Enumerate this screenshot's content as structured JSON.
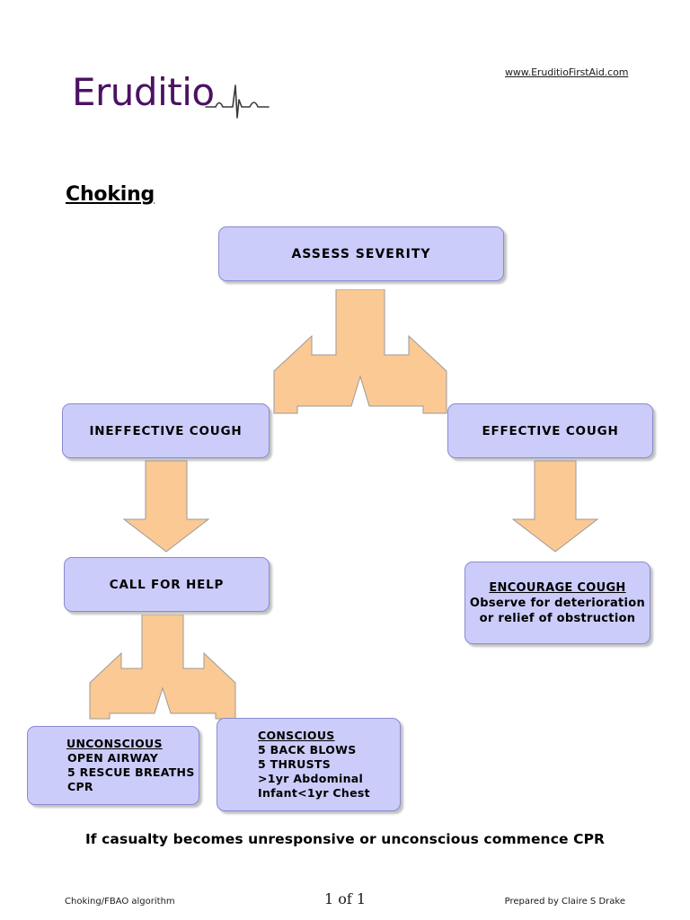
{
  "header": {
    "site_url": "www.EruditioFirstAid.com",
    "logo_word": "Eruditio",
    "logo_icon": "ecg-waveform-icon",
    "logo_color": "#4b1263"
  },
  "document": {
    "title": "Choking",
    "caption": "If casualty becomes unresponsive or unconscious commence  CPR"
  },
  "theme": {
    "box_fill": "#ccccfa",
    "box_border": "#8a8ad0",
    "arrow_fill": "#fbc993",
    "arrow_border": "#9a9a9a"
  },
  "flowchart": {
    "assess": {
      "line1": "ASSESS SEVERITY"
    },
    "ineffective": {
      "line1": "INEFFECTIVE COUGH"
    },
    "effective": {
      "line1": "EFFECTIVE COUGH"
    },
    "call_for_help": {
      "line1": "CALL FOR HELP"
    },
    "encourage_cough": {
      "line1": "ENCOURAGE COUGH",
      "line2": "Observe for deterioration",
      "line3": "or relief of obstruction"
    },
    "unconscious": {
      "line1": "UNCONSCIOUS",
      "line2": "OPEN AIRWAY",
      "line3": "5 RESCUE BREATHS",
      "line4": "CPR"
    },
    "conscious": {
      "line1": "CONSCIOUS",
      "line2": "5 BACK BLOWS",
      "line3": "5 THRUSTS",
      "line4": ">1yr Abdominal",
      "line5": "Infant<1yr Chest"
    },
    "connectors": [
      {
        "name": "fork-arrow-assess-to-coughs",
        "type": "fork-down"
      },
      {
        "name": "arrow-ineffective-to-call-for-help",
        "type": "down"
      },
      {
        "name": "arrow-effective-to-encourage-cough",
        "type": "down"
      },
      {
        "name": "fork-arrow-call-for-help-to-outcomes",
        "type": "fork-down"
      }
    ]
  },
  "footer": {
    "left": "Choking/FBAO algorithm",
    "center": "1 of 1",
    "right": "Prepared by Claire S Drake"
  }
}
